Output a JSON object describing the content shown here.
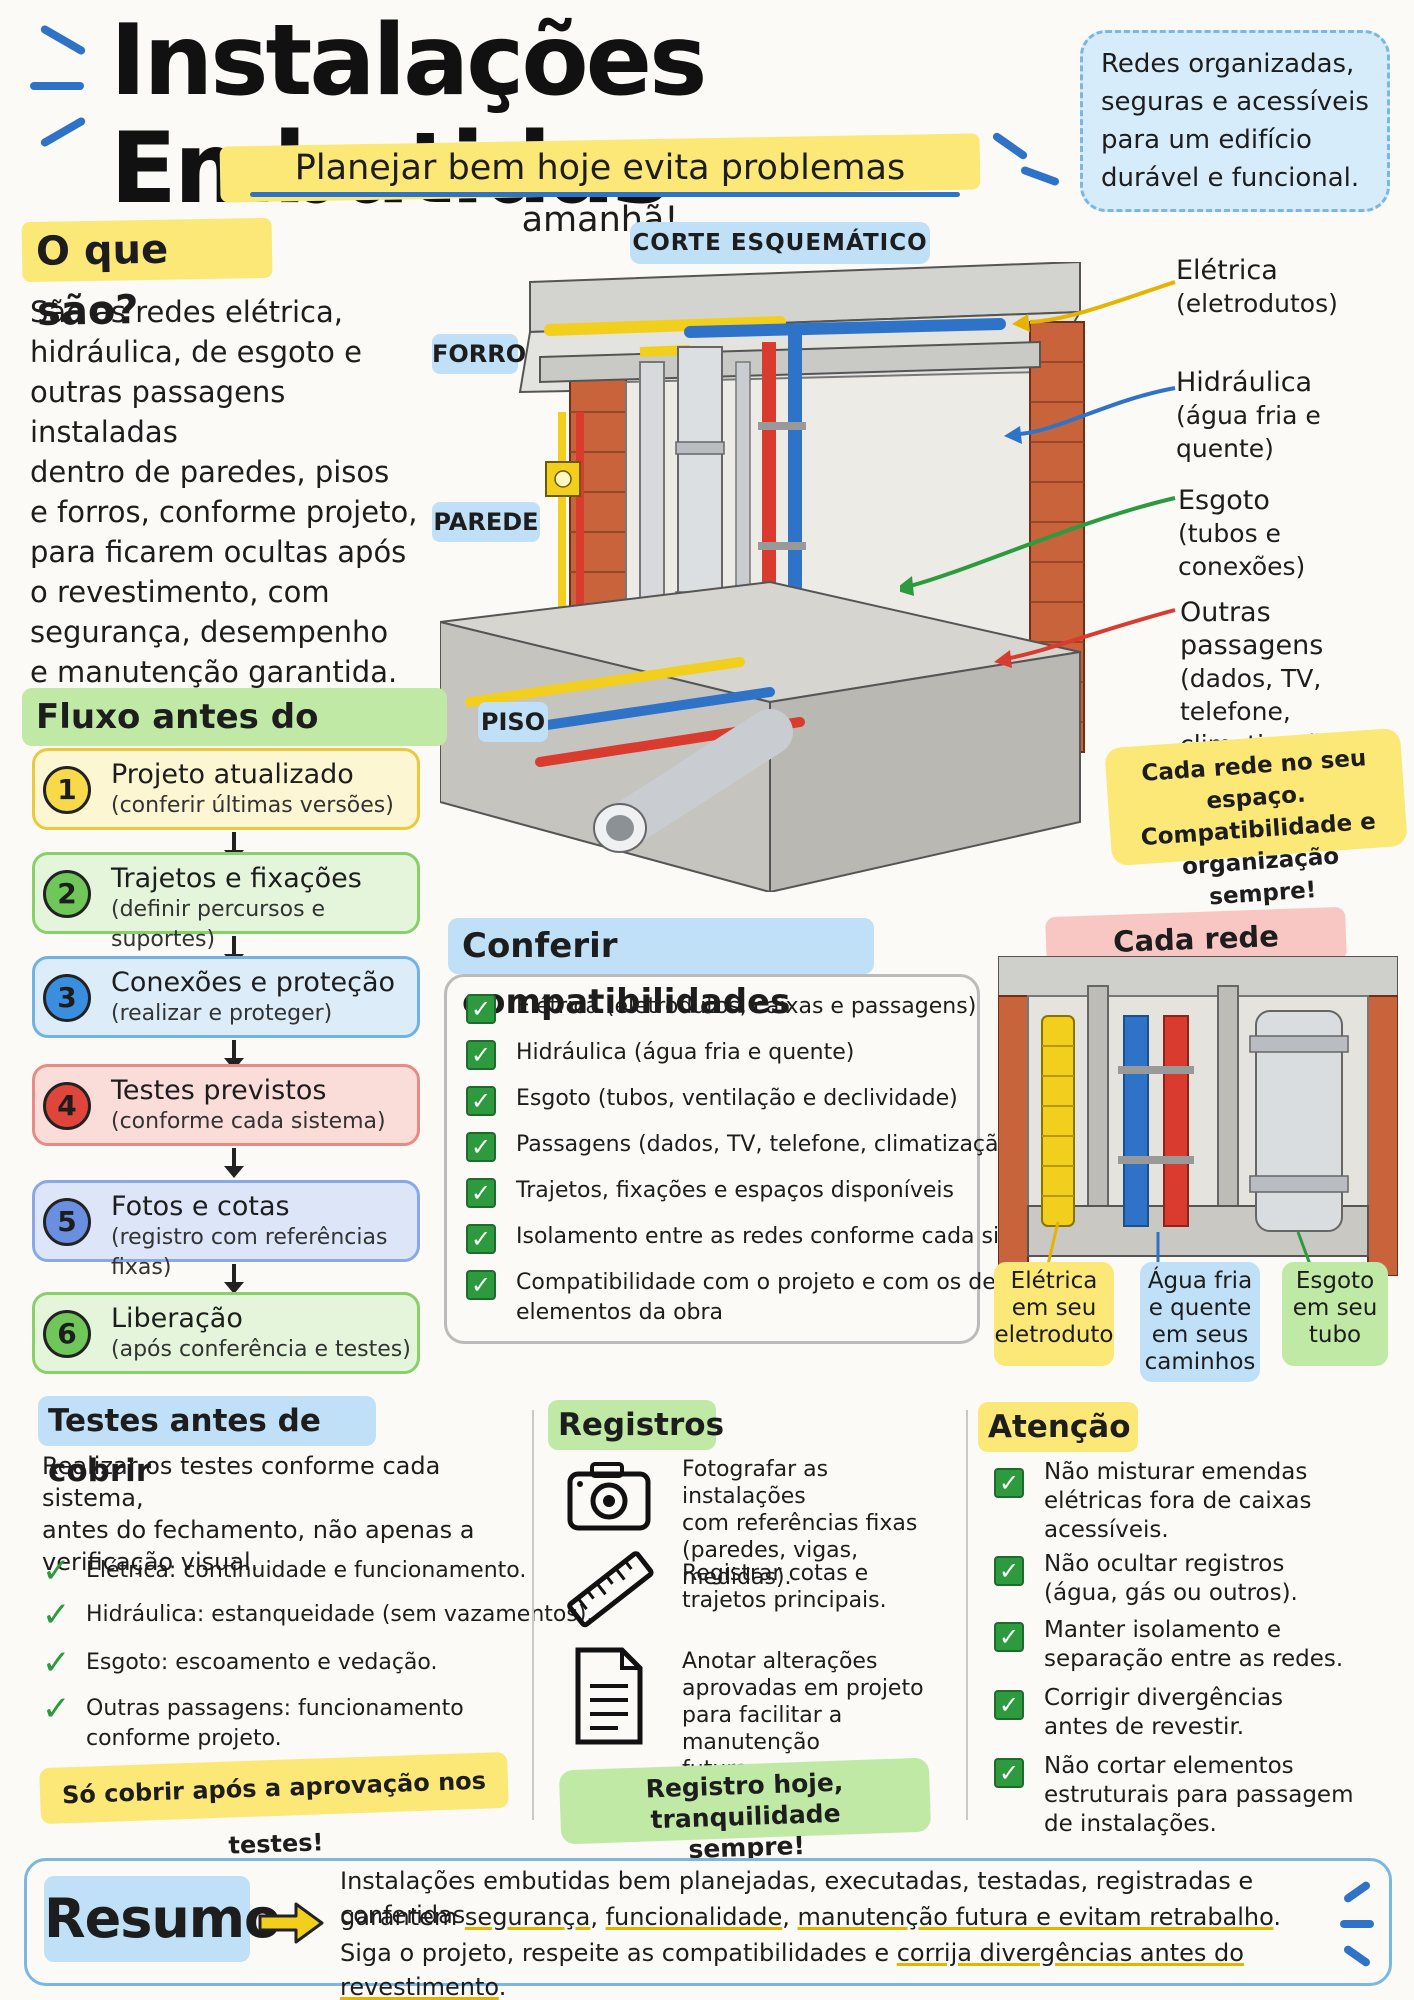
{
  "header": {
    "title": "Instalações Embutidas",
    "subtitle": "Planejar bem hoje evita problemas amanhã!",
    "tagline": [
      "Redes organizadas,",
      "seguras e acessíveis",
      "para um edifício",
      "durável e funcional."
    ]
  },
  "oque": {
    "title": "O que são?",
    "text": [
      "São as redes elétrica,",
      "hidráulica, de esgoto e",
      "outras passagens instaladas",
      "dentro de paredes, pisos",
      "e forros, conforme projeto,",
      "para ficarem ocultas após",
      "o revestimento, com",
      "segurança, desempenho",
      "e manutenção garantida."
    ]
  },
  "diagram": {
    "section_label": "CORTE ESQUEMÁTICO",
    "labels": {
      "forro": "FORRO",
      "parede": "PAREDE",
      "piso": "PISO"
    },
    "callouts": [
      {
        "title": "Elétrica",
        "sub": "(eletrodutos)"
      },
      {
        "title": "Hidráulica",
        "sub": "(água fria e quente)"
      },
      {
        "title": "Esgoto",
        "sub": "(tubos e conexões)"
      },
      {
        "title": "Outras passagens",
        "sub": "(dados, TV, telefone,",
        "sub2": "climatização)"
      }
    ],
    "note": [
      "Cada rede no seu espaço.",
      "Compatibilidade e organização",
      "sempre!"
    ]
  },
  "fluxo": {
    "title": "Fluxo antes do fechamento",
    "steps": [
      {
        "num": "1",
        "title": "Projeto atualizado",
        "sub": "(conferir últimas versões)"
      },
      {
        "num": "2",
        "title": "Trajetos e fixações",
        "sub": "(definir percursos e suportes)"
      },
      {
        "num": "3",
        "title": "Conexões e proteção",
        "sub": "(realizar e proteger)"
      },
      {
        "num": "4",
        "title": "Testes previstos",
        "sub": "(conforme cada sistema)"
      },
      {
        "num": "5",
        "title": "Fotos e cotas",
        "sub": "(registro com referências fixas)"
      },
      {
        "num": "6",
        "title": "Liberação",
        "sub": "(após conferência e testes)"
      }
    ]
  },
  "conferir": {
    "title": "Conferir compatibilidades",
    "items": [
      [
        "Elétrica (eletrodutos, caixas e passagens)"
      ],
      [
        "Hidráulica (água fria e quente)"
      ],
      [
        "Esgoto (tubos, ventilação e declividade)"
      ],
      [
        "Passagens (dados, TV, telefone, climatização)"
      ],
      [
        "Trajetos, fixações e espaços disponíveis"
      ],
      [
        "Isolamento entre as redes conforme cada sistema"
      ],
      [
        "Compatibilidade com o projeto e com os demais",
        "elementos da obra"
      ]
    ]
  },
  "separada": {
    "title": "Cada rede separada!",
    "labels": [
      [
        "Elétrica",
        "em seu",
        "eletroduto"
      ],
      [
        "Água fria",
        "e quente",
        "em seus",
        "caminhos"
      ],
      [
        "Esgoto",
        "em seu",
        "tubo"
      ]
    ]
  },
  "testes": {
    "title": "Testes antes de cobrir",
    "intro": [
      "Realizar os testes conforme cada sistema,",
      "antes do fechamento, não apenas a",
      "verificação visual."
    ],
    "items": [
      [
        "Elétrica: continuidade e funcionamento."
      ],
      [
        "Hidráulica: estanqueidade (sem vazamentos)."
      ],
      [
        "Esgoto: escoamento e vedação."
      ],
      [
        "Outras passagens: funcionamento",
        "conforme projeto."
      ]
    ],
    "note": "Só cobrir após a aprovação nos testes!"
  },
  "registros": {
    "title": "Registros",
    "items": [
      {
        "icon": "camera-icon",
        "lines": [
          "Fotografar as instalações",
          "com referências fixas",
          "(paredes, vigas, medidas)."
        ]
      },
      {
        "icon": "ruler-icon",
        "lines": [
          "Registrar cotas e",
          "trajetos principais."
        ]
      },
      {
        "icon": "document-icon",
        "lines": [
          "Anotar alterações",
          "aprovadas em projeto",
          "para facilitar a manutenção",
          "futura."
        ]
      }
    ],
    "note": [
      "Registro hoje, tranquilidade",
      "sempre!"
    ]
  },
  "atencao": {
    "title": "Atenção",
    "items": [
      [
        "Não misturar emendas",
        "elétricas fora de caixas",
        "acessíveis."
      ],
      [
        "Não ocultar registros",
        "(água, gás ou outros)."
      ],
      [
        "Manter isolamento e",
        "separação entre as redes."
      ],
      [
        "Corrigir divergências",
        "antes de revestir."
      ],
      [
        "Não cortar elementos",
        "estruturais para passagem",
        "de instalações."
      ]
    ]
  },
  "resumo": {
    "title": "Resumo",
    "line1": "Instalações embutidas bem planejadas, executadas, testadas, registradas e conferidas",
    "line2a": "garantem ",
    "line2b": "segurança",
    "line2c": ", ",
    "line2d": "funcionalidade",
    "line2e": ", ",
    "line2f": "manutenção futura e evitam retrabalho",
    "line2g": ".",
    "line3a": "Siga o projeto, respeite as compatibilidades e ",
    "line3b": "corrija divergências antes do revestimento",
    "line3c": "."
  },
  "colors": {
    "eletrica": "#f2cf1c",
    "hidraulica_fria": "#2f73c8",
    "hidraulica_quente": "#d93b2f",
    "esgoto": "#c9cdd1",
    "verde": "#2d9a3e",
    "tijolo": "#c8633c"
  }
}
